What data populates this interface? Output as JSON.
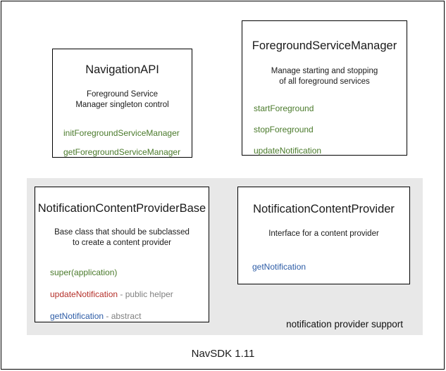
{
  "diagram": {
    "footer_label": "NavSDK 1.11",
    "group_caption": "notification provider support",
    "colors": {
      "method_green": "#4a7a2b",
      "method_red": "#b5302a",
      "method_blue": "#2d5ca6",
      "annotation_gray": "#808080",
      "panel_gray": "#e8e8e8",
      "border_black": "#000000",
      "text_black": "#1a1a1a"
    }
  },
  "cards": {
    "navigation_api": {
      "title": "NavigationAPI",
      "description_line1": "Foreground Service",
      "description_line2": "Manager singleton control",
      "methods": [
        {
          "name": "initForegroundServiceManager",
          "annotation": ""
        },
        {
          "name": "getForegroundServiceManager",
          "annotation": ""
        }
      ]
    },
    "foreground_service_manager": {
      "title": "ForegroundServiceManager",
      "description_line1": "Manage starting and stopping",
      "description_line2": "of all foreground services",
      "methods": [
        {
          "name": "startForeground",
          "annotation": ""
        },
        {
          "name": "stopForeground",
          "annotation": ""
        },
        {
          "name": "updateNotification",
          "annotation": ""
        }
      ]
    },
    "notification_content_provider_base": {
      "title": "NotificationContentProviderBase",
      "description_line1": "Base class that should be subclassed",
      "description_line2": "to create a content provider",
      "methods": [
        {
          "name": "super(application)",
          "annotation": ""
        },
        {
          "name": "updateNotification",
          "annotation": " - public helper"
        },
        {
          "name": "getNotification",
          "annotation": " - abstract"
        }
      ]
    },
    "notification_content_provider": {
      "title": "NotificationContentProvider",
      "description_line1": "Interface for a content provider",
      "description_line2": "",
      "methods": [
        {
          "name": "getNotification",
          "annotation": ""
        }
      ]
    }
  }
}
